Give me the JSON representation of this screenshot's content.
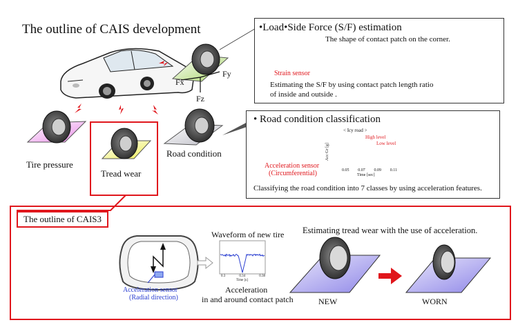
{
  "title": "The outline of CAIS development",
  "car_diagram": {
    "tire_labels": {
      "pressure": "Tire pressure",
      "tread": "Tread wear",
      "road": "Road condition"
    },
    "axes": {
      "fx": "Fx",
      "fy": "Fy",
      "fz": "Fz"
    }
  },
  "load_panel": {
    "header": "•Load•Side Force (S/F) estimation",
    "contact_note": "The shape of contact patch on the corner.",
    "sensor": "Strain sensor",
    "desc_line1": "Estimating the S/F by using contact patch length ratio",
    "desc_line2": "of inside and outside ."
  },
  "road_panel": {
    "header": "• Road condition classification",
    "sensor_line1": "Acceleration sensor",
    "sensor_line2": "(Circumferential)",
    "chart": {
      "title": "< Icy road >",
      "high": "High level",
      "low": "Low level",
      "ylabel": "Acc Gr [g]",
      "xlabel": "Time [sec]",
      "xticks": [
        "0.05",
        "0.07",
        "0.09",
        "0.11"
      ]
    },
    "desc": "Classifying the road condition into 7 classes by using acceleration features."
  },
  "cais3": {
    "header": "The outline of CAIS3",
    "sensor_line1": "Acceleration sensor",
    "sensor_line2": "(Radial direction)",
    "waveform_title": "Waveform of new tire",
    "accel_line1": "Acceleration",
    "accel_line2": "in and around contact patch",
    "estimating": "Estimating tread wear with the use of acceleration.",
    "new": "NEW",
    "worn": "WORN",
    "chart": {
      "xticks": [
        "0.3",
        "0.34",
        "0.38"
      ],
      "xlabel": "Time [s]"
    }
  },
  "colors": {
    "accent_red": "#e0161c",
    "sensor_blue": "#2b3fd1",
    "pink": "#e98be8",
    "yellow": "#eeee55",
    "green": "#a9d66a",
    "gray": "#cfcfd6",
    "lavender": "#b9b4f0"
  }
}
